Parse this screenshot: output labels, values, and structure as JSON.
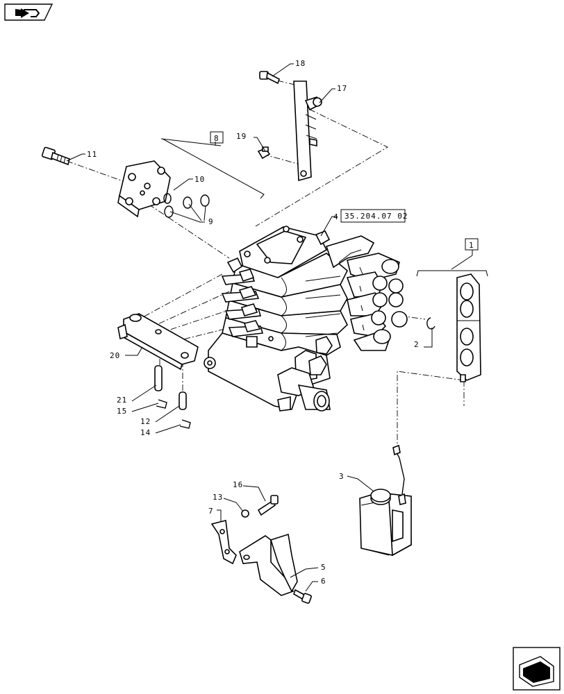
{
  "nav": {
    "back_icon": "arrow-back-icon",
    "next_icon": "arrow-next-icon"
  },
  "callouts": [
    {
      "num": "1"
    },
    {
      "num": "2"
    },
    {
      "num": "3"
    },
    {
      "num": "4"
    },
    {
      "num": "5"
    },
    {
      "num": "6"
    },
    {
      "num": "7"
    },
    {
      "num": "8"
    },
    {
      "num": "9"
    },
    {
      "num": "10"
    },
    {
      "num": "11"
    },
    {
      "num": "12"
    },
    {
      "num": "13"
    },
    {
      "num": "14"
    },
    {
      "num": "15"
    },
    {
      "num": "16"
    },
    {
      "num": "17"
    },
    {
      "num": "18"
    },
    {
      "num": "19"
    },
    {
      "num": "20"
    },
    {
      "num": "21"
    }
  ],
  "reference": {
    "code": "35.204.07 02"
  }
}
